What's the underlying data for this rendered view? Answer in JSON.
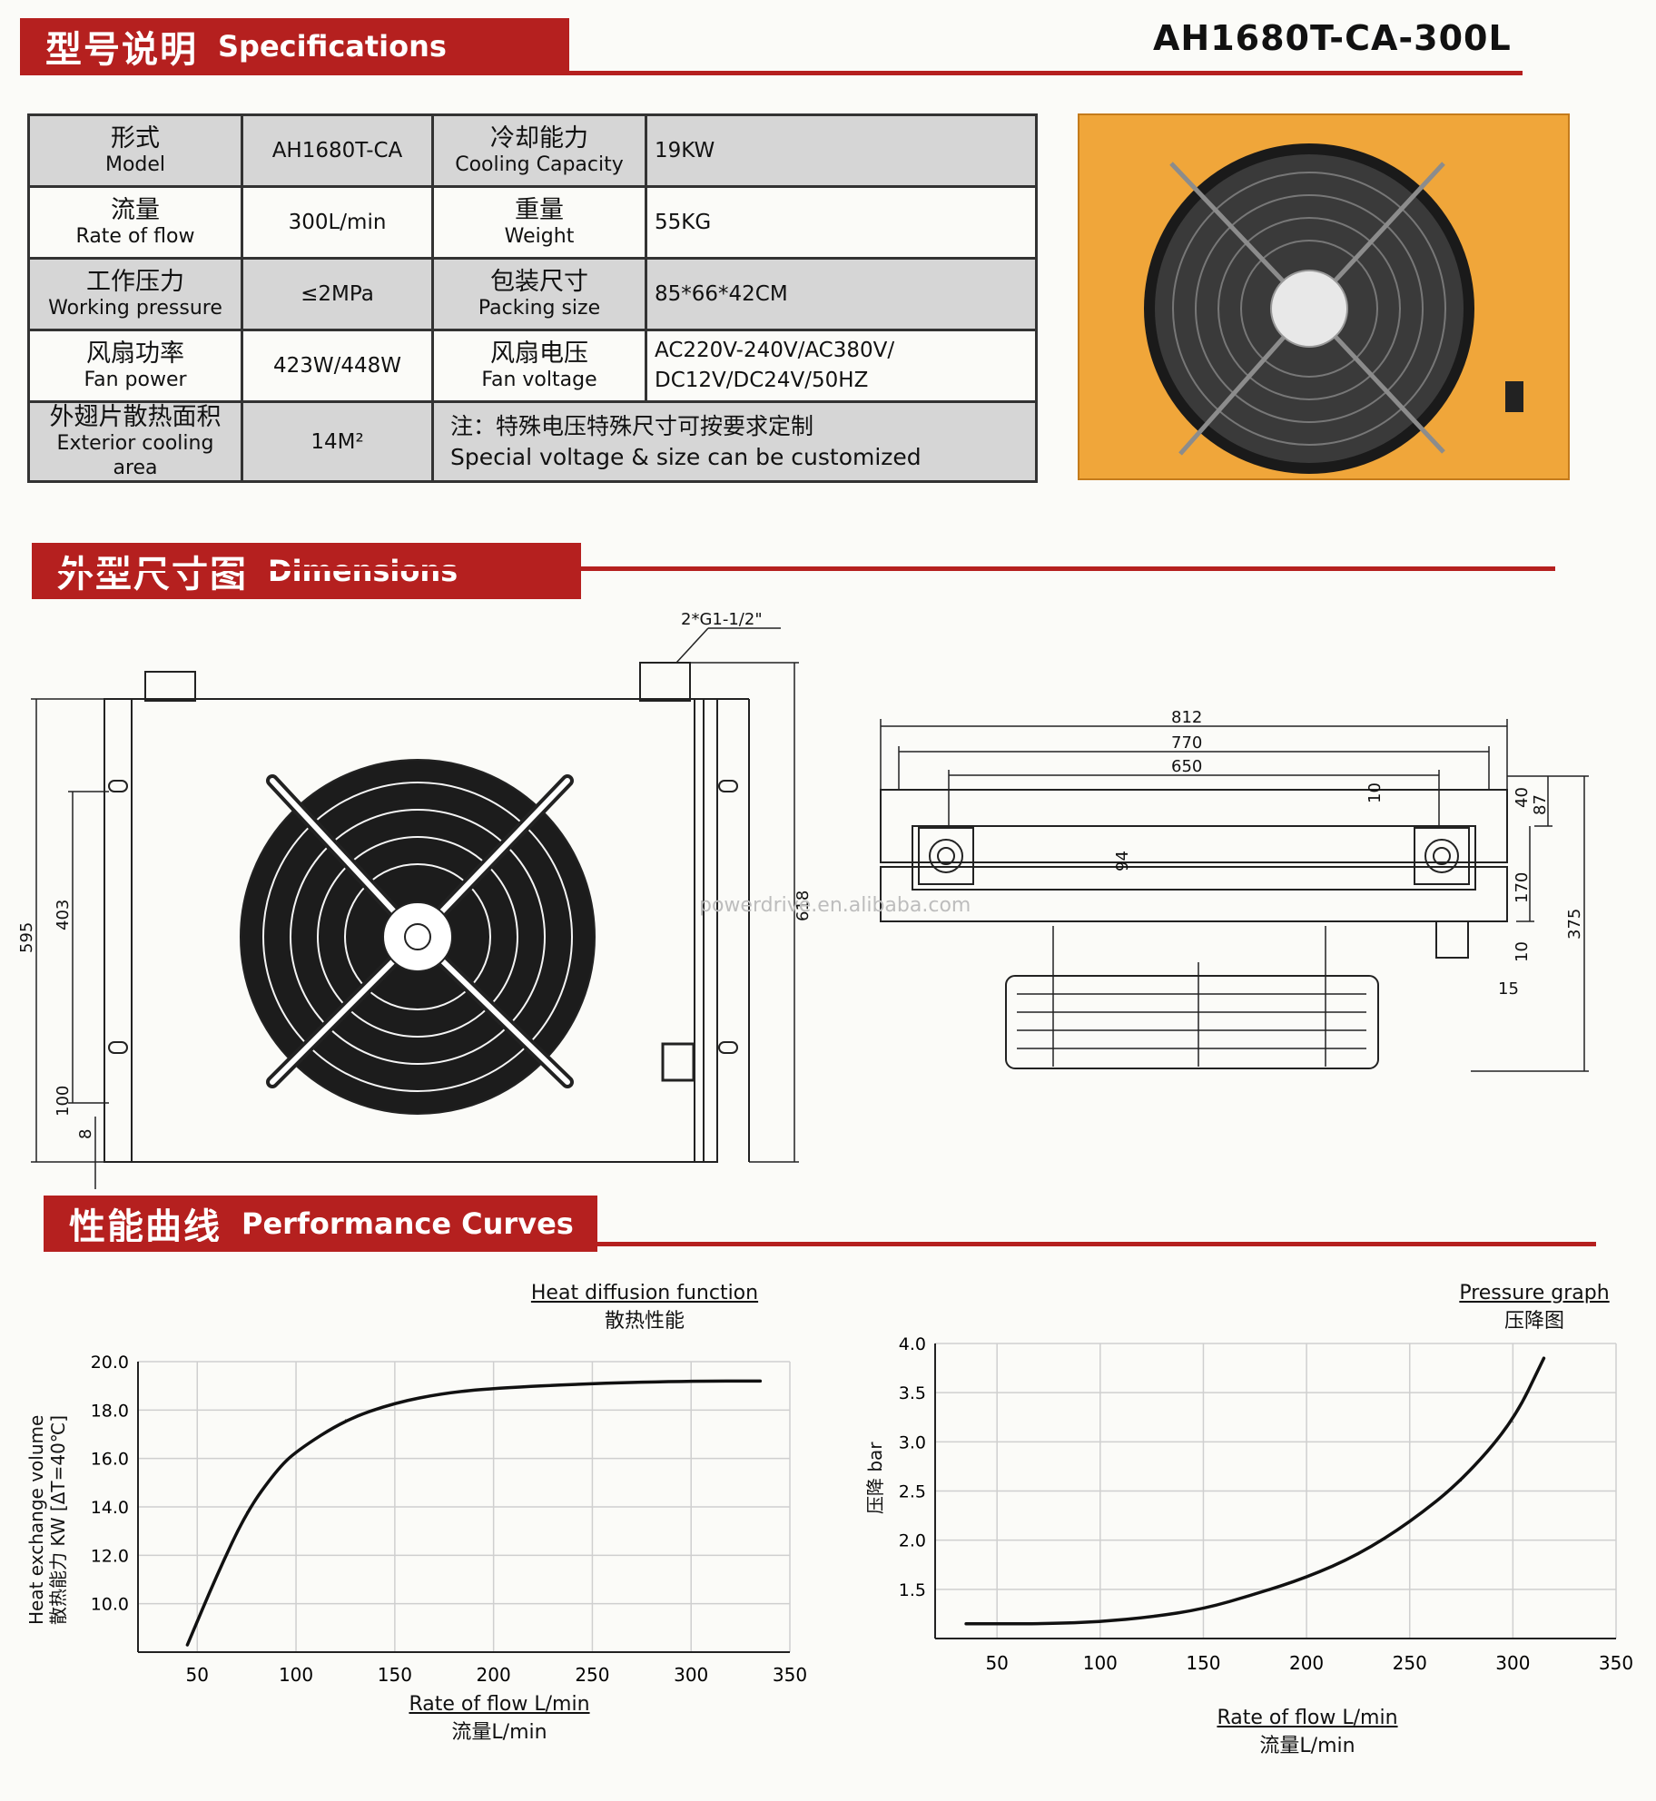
{
  "specs_section": {
    "title_cn": "型号说明",
    "title_en": "Specifications",
    "model_code": "AH1680T-CA-300L"
  },
  "spec_rows": [
    {
      "l1_cn": "形式",
      "l1_en": "Model",
      "v1": "AH1680T-CA",
      "l2_cn": "冷却能力",
      "l2_en": "Cooling Capacity",
      "v2": "19KW"
    },
    {
      "l1_cn": "流量",
      "l1_en": "Rate of flow",
      "v1": "300L/min",
      "l2_cn": "重量",
      "l2_en": "Weight",
      "v2": "55KG"
    },
    {
      "l1_cn": "工作压力",
      "l1_en": "Working pressure",
      "v1": "≤2MPa",
      "l2_cn": "包装尺寸",
      "l2_en": "Packing size",
      "v2": "85*66*42CM"
    },
    {
      "l1_cn": "风扇功率",
      "l1_en": "Fan power",
      "v1": "423W/448W",
      "l2_cn": "风扇电压",
      "l2_en": "Fan voltage",
      "v2a": "AC220V-240V/AC380V/",
      "v2b": "DC12V/DC24V/50HZ"
    },
    {
      "l1_cn": "外翅片散热面积",
      "l1_en": "Exterior cooling area",
      "v1": "14M²",
      "note_cn": "注：特殊电压特殊尺寸可按要求定制",
      "note_en": "Special voltage & size can be customized"
    }
  ],
  "dims_section": {
    "title_cn": "外型尺寸图",
    "title_en": "Dimensions"
  },
  "front_dims": {
    "port": "2*G1-1/2\"",
    "h595": "595",
    "h618": "618",
    "h403": "403",
    "h100": "100",
    "h8": "8"
  },
  "side_dims": {
    "w812": "812",
    "w770": "770",
    "w650": "650",
    "d10": "10",
    "d94": "94",
    "d40": "40",
    "d87": "87",
    "d170": "170",
    "d375": "375",
    "d10b": "10",
    "d15": "15"
  },
  "watermark": "powerdrive.en.alibaba.com",
  "perf_section": {
    "title_cn": "性能曲线",
    "title_en": "Performance Curves"
  },
  "heat_chart": {
    "title_en": "Heat diffusion function",
    "title_cn": "散热性能",
    "ylabel_en": "Heat exchange volume",
    "ylabel_cn": "散热能力 KW [ΔT=40℃]",
    "xlabel_en": "Rate of flow L/min",
    "xlabel_cn": "流量L/min"
  },
  "pressure_chart": {
    "title_en": "Pressure graph",
    "title_cn": "压降图",
    "ylabel": "压降 bar",
    "xlabel_en": "Rate of flow L/min",
    "xlabel_cn": "流量L/min"
  },
  "chart_data": [
    {
      "type": "line",
      "title": "Heat diffusion function",
      "xlabel": "Rate of flow L/min",
      "ylabel": "Heat exchange volume",
      "xlim": [
        20,
        350
      ],
      "ylim": [
        8.0,
        20.0
      ],
      "x_ticks": [
        "50",
        "100",
        "150",
        "200",
        "250",
        "300",
        "350"
      ],
      "y_ticks": [
        "10.0",
        "12.0",
        "14.0",
        "16.0",
        "18.0",
        "20.0"
      ],
      "grid": true,
      "x": [
        45,
        60,
        75,
        90,
        100,
        125,
        150,
        175,
        200,
        250,
        300,
        335
      ],
      "y": [
        8.3,
        11.2,
        13.8,
        15.5,
        16.3,
        17.6,
        18.3,
        18.7,
        18.9,
        19.1,
        19.2,
        19.2
      ]
    },
    {
      "type": "line",
      "title": "Pressure graph",
      "xlabel": "Rate of flow L/min",
      "ylabel": "压降 bar",
      "xlim": [
        20,
        350
      ],
      "ylim": [
        1.0,
        4.0
      ],
      "x_ticks": [
        "50",
        "100",
        "150",
        "200",
        "250",
        "300",
        "350"
      ],
      "y_ticks": [
        "1.5",
        "2.0",
        "2.5",
        "3.0",
        "3.5",
        "4.0"
      ],
      "grid": true,
      "x": [
        35,
        75,
        100,
        125,
        150,
        175,
        200,
        225,
        250,
        275,
        300,
        315
      ],
      "y": [
        1.15,
        1.15,
        1.17,
        1.22,
        1.3,
        1.45,
        1.62,
        1.85,
        2.18,
        2.6,
        3.2,
        3.85
      ]
    }
  ]
}
